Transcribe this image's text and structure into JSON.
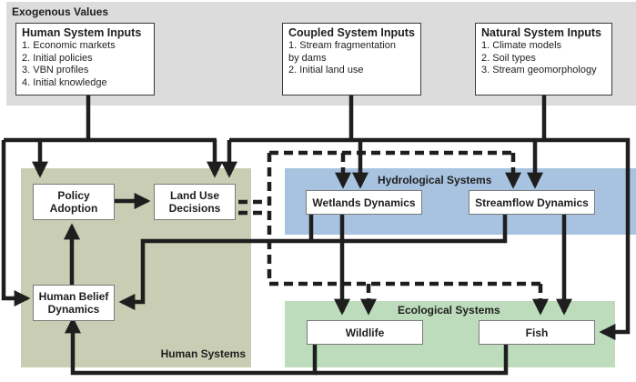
{
  "regions": {
    "exogenous": "Exogenous Values",
    "human": "Human Systems",
    "hydrological": "Hydrological Systems",
    "ecological": "Ecological Systems"
  },
  "inputs": {
    "human": {
      "title": "Human System Inputs",
      "items": [
        "1. Economic markets",
        "2. Initial policies",
        "3. VBN profiles",
        "4. Initial knowledge"
      ]
    },
    "coupled": {
      "title": "Coupled System Inputs",
      "items": [
        "1. Stream fragmentation",
        "by dams",
        "2. Initial land use"
      ]
    },
    "natural": {
      "title": "Natural System Inputs",
      "items": [
        "1. Climate models",
        "2. Soil types",
        "3. Stream geomorphology"
      ]
    }
  },
  "nodes": {
    "policy_adoption": [
      "Policy",
      "Adoption"
    ],
    "land_use": [
      "Land Use",
      "Decisions"
    ],
    "human_belief": [
      "Human Belief",
      "Dynamics"
    ],
    "wetlands": "Wetlands Dynamics",
    "streamflow": "Streamflow Dynamics",
    "wildlife": "Wildlife",
    "fish": "Fish"
  },
  "colors": {
    "exogenous_bg": "#dcdcdc",
    "human_bg": "#c8cdb3",
    "hydro_bg": "#a8c3e0",
    "eco_bg": "#bcdcbc",
    "line": "#1e1e1e"
  }
}
